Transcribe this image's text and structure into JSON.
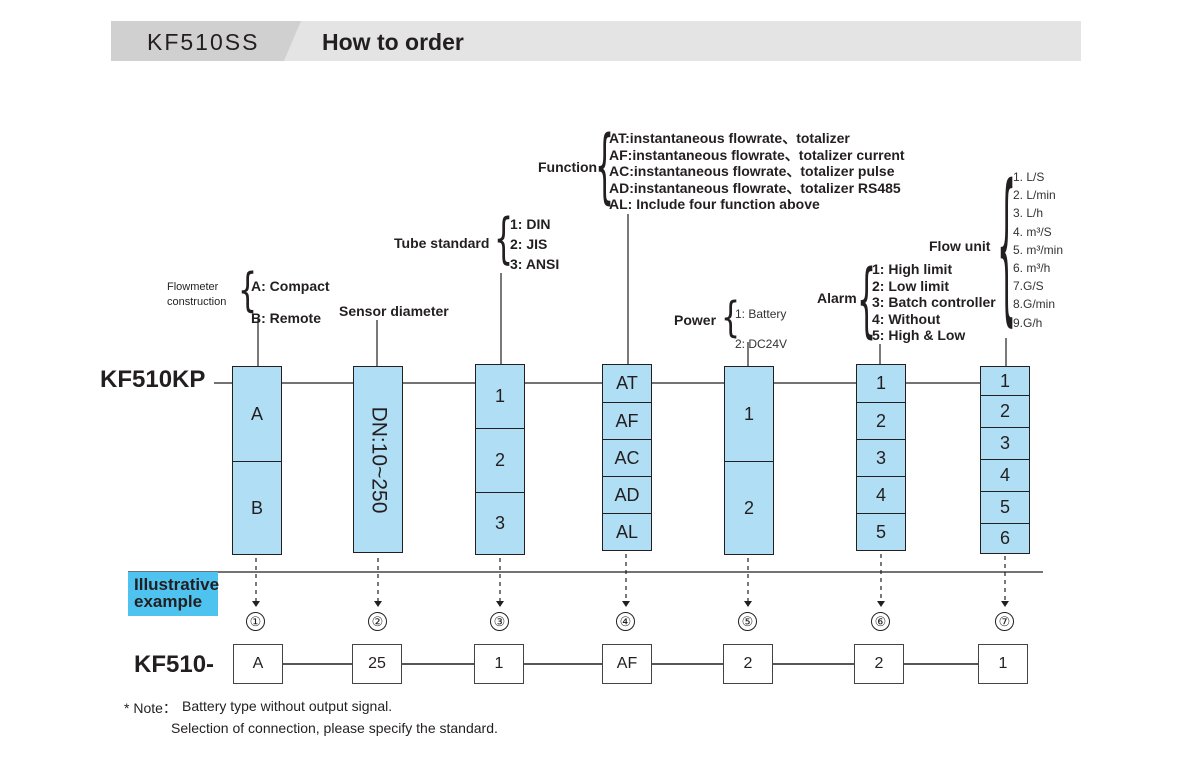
{
  "header": {
    "model": "KF510SS",
    "title": "How to order"
  },
  "model_label": "KF510KP",
  "example_prefix": "KF510-",
  "illustrative_label": [
    "Illustrative",
    "example"
  ],
  "fields": [
    {
      "label_lines": [
        "Flowmeter",
        "construction"
      ],
      "options": [
        "A: Compact",
        "B: Remote"
      ],
      "cells": [
        "A",
        "B"
      ],
      "circle": "①",
      "example": "A"
    },
    {
      "label": "Sensor diameter",
      "range_text": "DN:10~250",
      "circle": "②",
      "example": "25"
    },
    {
      "label": "Tube standard",
      "options": [
        "1: DIN",
        "2: JIS",
        "3: ANSI"
      ],
      "cells": [
        "1",
        "2",
        "3"
      ],
      "circle": "③",
      "example": "1"
    },
    {
      "label": "Function",
      "options": [
        "AT:instantaneous flowrate、totalizer",
        "AF:instantaneous flowrate、totalizer  current",
        "AC:instantaneous flowrate、totalizer  pulse",
        "AD:instantaneous flowrate、totalizer  RS485",
        "AL: Include four function above"
      ],
      "cells": [
        "AT",
        "AF",
        "AC",
        "AD",
        "AL"
      ],
      "circle": "④",
      "example": "AF"
    },
    {
      "label": "Power",
      "options": [
        "1: Battery",
        "2: DC24V"
      ],
      "cells": [
        "1",
        "2"
      ],
      "circle": "⑤",
      "example": "2"
    },
    {
      "label": "Alarm",
      "options": [
        "1: High limit",
        "2: Low limit",
        "3: Batch controller",
        "4: Without",
        "5: High & Low"
      ],
      "cells": [
        "1",
        "2",
        "3",
        "4",
        "5"
      ],
      "circle": "⑥",
      "example": "2"
    },
    {
      "label": "Flow unit",
      "options": [
        "1. L/S",
        "2. L/min",
        "3. L/h",
        "4. m³/S",
        "5. m³/min",
        "6. m³/h",
        "7.G/S",
        "8.G/min",
        "9.G/h"
      ],
      "cells": [
        "1",
        "2",
        "3",
        "4",
        "5",
        "6"
      ],
      "circle": "⑦",
      "example": "1"
    }
  ],
  "note": {
    "prefix": "* Note：",
    "line1": "Battery type without output signal.",
    "line2": "Selection of connection, please specify the standard."
  },
  "colors": {
    "cell_fill": "#b0def4",
    "illustrative_fill": "#4fc3ef",
    "header_bar": "#e4e4e4",
    "header_tab": "#d0d0d0"
  }
}
